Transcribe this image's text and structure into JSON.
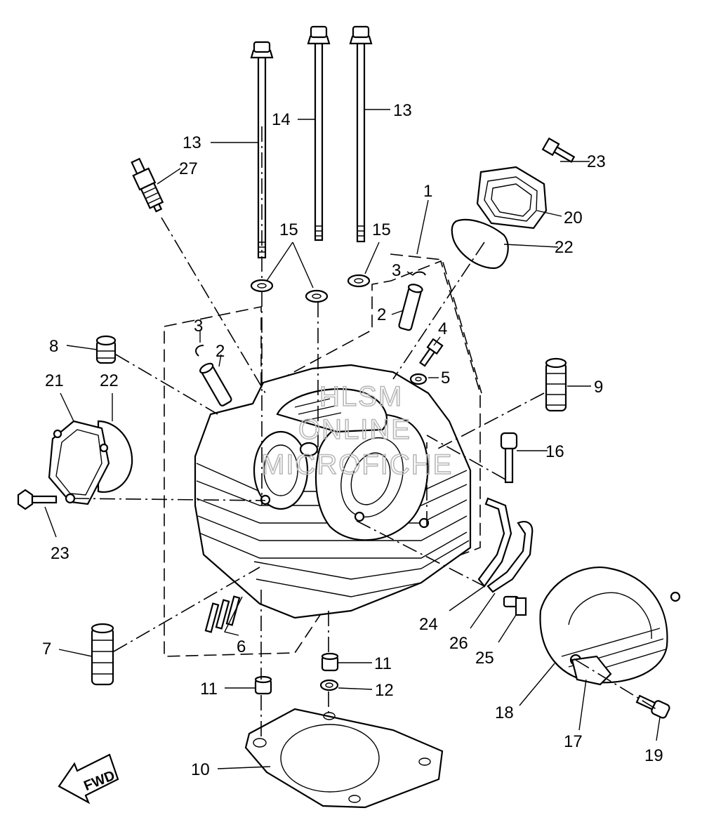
{
  "diagram": {
    "callouts": [
      {
        "id": "c13a",
        "text": "13"
      },
      {
        "id": "c14",
        "text": "14"
      },
      {
        "id": "c13b",
        "text": "13"
      },
      {
        "id": "c27",
        "text": "27"
      },
      {
        "id": "c23a",
        "text": "23"
      },
      {
        "id": "c20",
        "text": "20"
      },
      {
        "id": "c1",
        "text": "1"
      },
      {
        "id": "c22a",
        "text": "22"
      },
      {
        "id": "c15a",
        "text": "15"
      },
      {
        "id": "c15b",
        "text": "15"
      },
      {
        "id": "c3a",
        "text": "3"
      },
      {
        "id": "c2a",
        "text": "2"
      },
      {
        "id": "c4",
        "text": "4"
      },
      {
        "id": "c5",
        "text": "5"
      },
      {
        "id": "c3b",
        "text": "3"
      },
      {
        "id": "c2b",
        "text": "2"
      },
      {
        "id": "c8",
        "text": "8"
      },
      {
        "id": "c21",
        "text": "21"
      },
      {
        "id": "c22b",
        "text": "22"
      },
      {
        "id": "c9",
        "text": "9"
      },
      {
        "id": "c16",
        "text": "16"
      },
      {
        "id": "c23b",
        "text": "23"
      },
      {
        "id": "c7",
        "text": "7"
      },
      {
        "id": "c6",
        "text": "6"
      },
      {
        "id": "c24",
        "text": "24"
      },
      {
        "id": "c26",
        "text": "26"
      },
      {
        "id": "c25",
        "text": "25"
      },
      {
        "id": "c11a",
        "text": "11"
      },
      {
        "id": "c11b",
        "text": "11"
      },
      {
        "id": "c12",
        "text": "12"
      },
      {
        "id": "c18",
        "text": "18"
      },
      {
        "id": "c17",
        "text": "17"
      },
      {
        "id": "c19",
        "text": "19"
      },
      {
        "id": "c10",
        "text": "10"
      }
    ],
    "watermark": [
      "HLSM",
      "ONLINE",
      "MICROFICHE"
    ],
    "fwd_label": "FWD"
  }
}
